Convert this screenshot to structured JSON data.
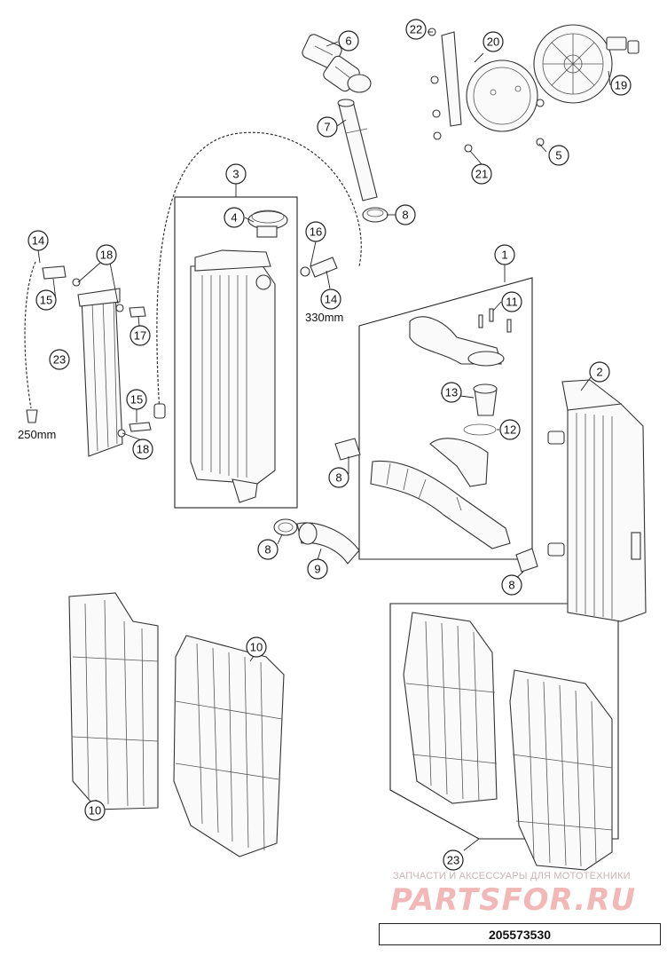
{
  "callouts": [
    {
      "id": "c1",
      "label": "1"
    },
    {
      "id": "c2",
      "label": "2"
    },
    {
      "id": "c3",
      "label": "3"
    },
    {
      "id": "c4",
      "label": "4"
    },
    {
      "id": "c5",
      "label": "5"
    },
    {
      "id": "c6",
      "label": "6"
    },
    {
      "id": "c7",
      "label": "7"
    },
    {
      "id": "c8a",
      "label": "8"
    },
    {
      "id": "c8b",
      "label": "8"
    },
    {
      "id": "c8c",
      "label": "8"
    },
    {
      "id": "c8d",
      "label": "8"
    },
    {
      "id": "c9",
      "label": "9"
    },
    {
      "id": "c10a",
      "label": "10"
    },
    {
      "id": "c10b",
      "label": "10"
    },
    {
      "id": "c11",
      "label": "11"
    },
    {
      "id": "c12",
      "label": "12"
    },
    {
      "id": "c13",
      "label": "13"
    },
    {
      "id": "c14a",
      "label": "14"
    },
    {
      "id": "c14b",
      "label": "14"
    },
    {
      "id": "c15a",
      "label": "15"
    },
    {
      "id": "c15b",
      "label": "15"
    },
    {
      "id": "c16",
      "label": "16"
    },
    {
      "id": "c17",
      "label": "17"
    },
    {
      "id": "c18a",
      "label": "18"
    },
    {
      "id": "c18b",
      "label": "18"
    },
    {
      "id": "c19",
      "label": "19"
    },
    {
      "id": "c20",
      "label": "20"
    },
    {
      "id": "c21",
      "label": "21"
    },
    {
      "id": "c22",
      "label": "22"
    },
    {
      "id": "c23a",
      "label": "23"
    },
    {
      "id": "c23b",
      "label": "23"
    }
  ],
  "dimensions": {
    "hose_length_right": "330mm",
    "hose_length_left": "250mm"
  },
  "drawing_number": "205573530",
  "watermark": {
    "tagline": "ЗАПЧАСТИ И АКСЕССУАРЫ ДЛЯ МОТОТЕХНИКИ",
    "logo": "PARTSFOR.RU"
  }
}
